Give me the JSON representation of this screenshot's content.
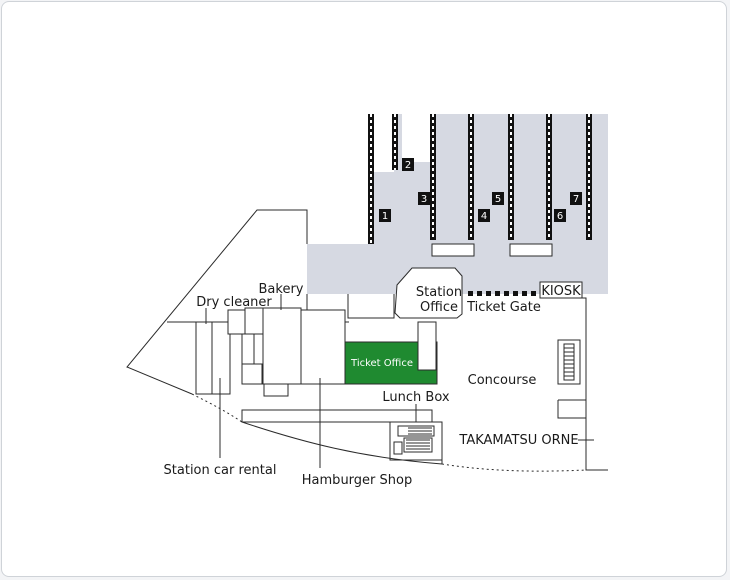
{
  "map": {
    "labels": {
      "bakery": "Bakery",
      "dry_cleaner": "Dry cleaner",
      "station_office": "Station\nOffice",
      "station_office_line1": "Station",
      "station_office_line2": "Office",
      "kiosk": "KIOSK",
      "ticket_gate": "Ticket Gate",
      "ticket_office": "Ticket Office",
      "concourse": "Concourse",
      "lunch_box": "Lunch Box",
      "takamatsu_orne": "TAKAMATSU ORNE",
      "station_car_rental": "Station car rental",
      "hamburger_shop": "Hamburger Shop"
    },
    "platforms": [
      "1",
      "2",
      "3",
      "4",
      "5",
      "6",
      "7"
    ],
    "colors": {
      "platform_area": "#d6d9e2",
      "ticket_office": "#1f8a30",
      "lines": "#2b2b2b",
      "marker": "#111111"
    }
  }
}
